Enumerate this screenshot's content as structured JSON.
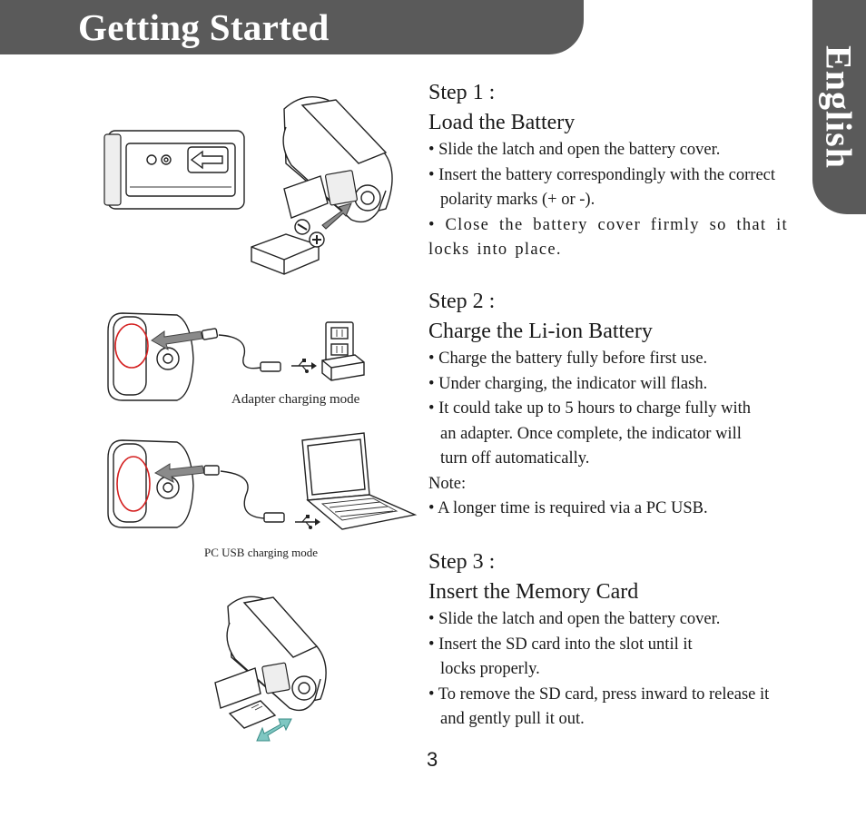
{
  "header": {
    "title": "Getting Started"
  },
  "language_tab": {
    "label": "English"
  },
  "step1": {
    "number": "Step 1 :",
    "title": "Load the Battery",
    "bullets": [
      "Slide the latch and open the battery cover.",
      "Insert the battery correspondingly with the correct polarity marks (+ or -).",
      "Close the battery cover firmly so that it locks into place."
    ]
  },
  "step2": {
    "number": "Step 2 :",
    "title": "Charge the Li-ion Battery",
    "bullets": [
      "Charge the battery fully before first use.",
      "Under charging, the indicator will flash.",
      "It could take up to 5 hours to charge fully with an adapter. Once complete, the indicator will turn off automatically."
    ],
    "note_label": "Note:",
    "note_bullets": [
      "A longer time is required via a PC USB."
    ]
  },
  "step3": {
    "number": "Step 3 :",
    "title": "Insert the Memory Card",
    "bullets": [
      "Slide the latch and open the battery cover.",
      "Insert the SD card into the slot until it locks properly.",
      "To remove the SD card, press inward to release it and gently pull it out."
    ]
  },
  "captions": {
    "adapter": "Adapter charging mode",
    "pc_usb": "PC USB charging mode"
  },
  "page_number": "3",
  "colors": {
    "header_bg": "#5a5a5a",
    "highlight_circle": "#d42020",
    "arrow_gray": "#8a8a8a",
    "arrow_teal": "#7fc7c2"
  },
  "icons": [
    "minus-polarity-icon",
    "plus-polarity-icon",
    "usb-icon",
    "arrow-icon"
  ]
}
